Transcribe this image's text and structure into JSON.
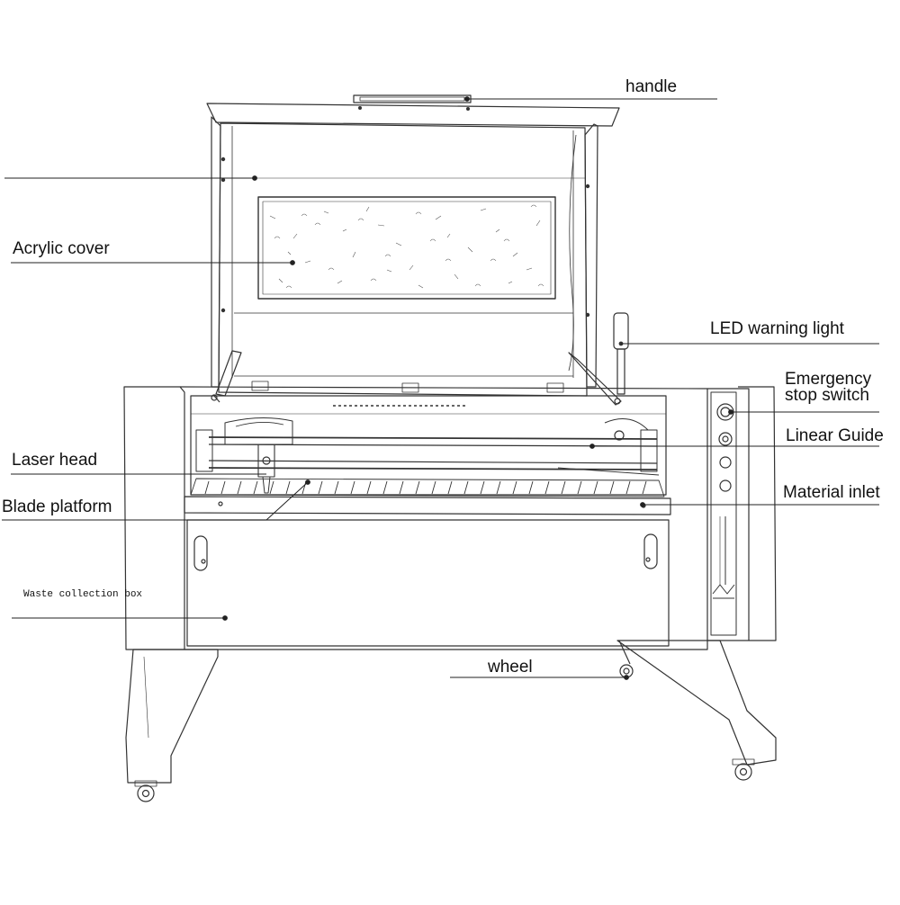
{
  "labels": {
    "handle": "handle",
    "acrylic_cover": "Acrylic cover",
    "led_warning_light": "LED warning light",
    "emergency_line1": "Emergency",
    "emergency_line2": "stop switch",
    "linear_guide": "Linear Guide",
    "laser_head": "Laser head",
    "material_inlet": "Material inlet",
    "blade_platform": "Blade platform",
    "waste_collection_box": "Waste collection box",
    "wheel": "wheel"
  }
}
